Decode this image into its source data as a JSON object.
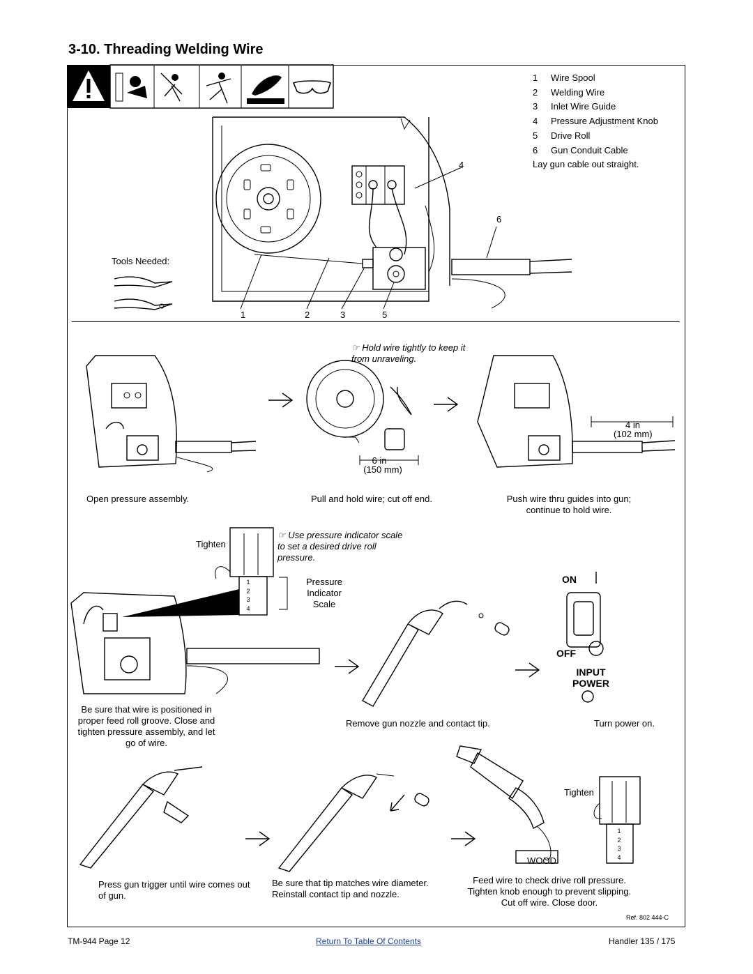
{
  "title": "3-10. Threading Welding Wire",
  "parts_list": [
    {
      "num": "1",
      "label": "Wire Spool"
    },
    {
      "num": "2",
      "label": "Welding Wire"
    },
    {
      "num": "3",
      "label": "Inlet Wire Guide"
    },
    {
      "num": "4",
      "label": "Pressure Adjustment Knob"
    },
    {
      "num": "5",
      "label": "Drive Roll"
    },
    {
      "num": "6",
      "label": "Gun Conduit Cable"
    }
  ],
  "parts_note": "Lay gun cable out straight.",
  "tools_needed": "Tools Needed:",
  "callouts": {
    "c1": "1",
    "c2": "2",
    "c3": "3",
    "c4": "4",
    "c5": "5",
    "c6": "6"
  },
  "notes": {
    "hold_wire": "Hold wire tightly to keep it from unraveling.",
    "pressure_indicator": "Use pressure indicator scale to set a desired drive roll pressure."
  },
  "dimensions": {
    "six_in": "6 in",
    "six_mm": "(150 mm)",
    "four_in": "4 in",
    "four_mm": "(102 mm)"
  },
  "scale_label": "Pressure Indicator Scale",
  "scale_marks": [
    "1",
    "2",
    "3",
    "4"
  ],
  "tighten_label": "Tighten",
  "switch": {
    "on": "ON",
    "off": "OFF",
    "input_power_1": "INPUT",
    "input_power_2": "POWER"
  },
  "wood_label": "WOOD",
  "captions": {
    "open_pressure": "Open pressure assembly.",
    "pull_hold": "Pull and hold wire; cut off end.",
    "push_wire": "Push wire thru guides into gun; continue to hold wire.",
    "be_sure_groove": "Be sure that wire is positioned in proper feed roll groove. Close and tighten pressure assembly, and let go of wire.",
    "remove_nozzle": "Remove gun nozzle and contact tip.",
    "turn_power": "Turn power on.",
    "press_trigger": "Press gun trigger until wire comes out of gun.",
    "tip_matches": "Be sure that tip matches wire diameter. Reinstall contact tip and nozzle.",
    "feed_wire": "Feed wire to check drive roll pressure. Tighten knob enough to prevent slipping. Cut off wire. Close door."
  },
  "ref": "Ref. 802 444-C",
  "footer": {
    "left": "TM-944 Page 12",
    "center": "Return To Table Of Contents",
    "right": "Handler 135 / 175"
  }
}
